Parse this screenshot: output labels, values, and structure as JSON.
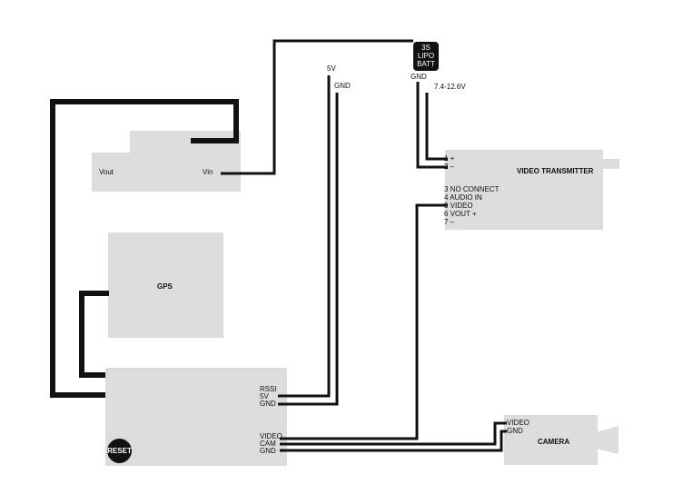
{
  "battery": {
    "line1": "3S",
    "line2": "LIPO",
    "line3": "BATT",
    "gnd": "GND",
    "voltage": "7.4-12.6V"
  },
  "power_rail": {
    "v5": "5V",
    "gnd": "GND"
  },
  "regulator": {
    "vout": "Vout",
    "vin": "Vin"
  },
  "gps": {
    "label": "GPS"
  },
  "video_transmitter": {
    "title": "VIDEO TRANSMITTER",
    "pins": [
      "1 +",
      "2 –",
      "3 NO CONNECT",
      "4 AUDIO IN",
      "5 VIDEO",
      "6 VOUT +",
      "7 –"
    ]
  },
  "controller": {
    "pins_top": [
      "RSSI",
      "5V",
      "GND"
    ],
    "pins_bottom": [
      "VIDEO",
      "CAM",
      "GND"
    ],
    "reset": "RESET"
  },
  "camera": {
    "title": "CAMERA",
    "pins": [
      "VIDEO",
      "GND"
    ]
  }
}
